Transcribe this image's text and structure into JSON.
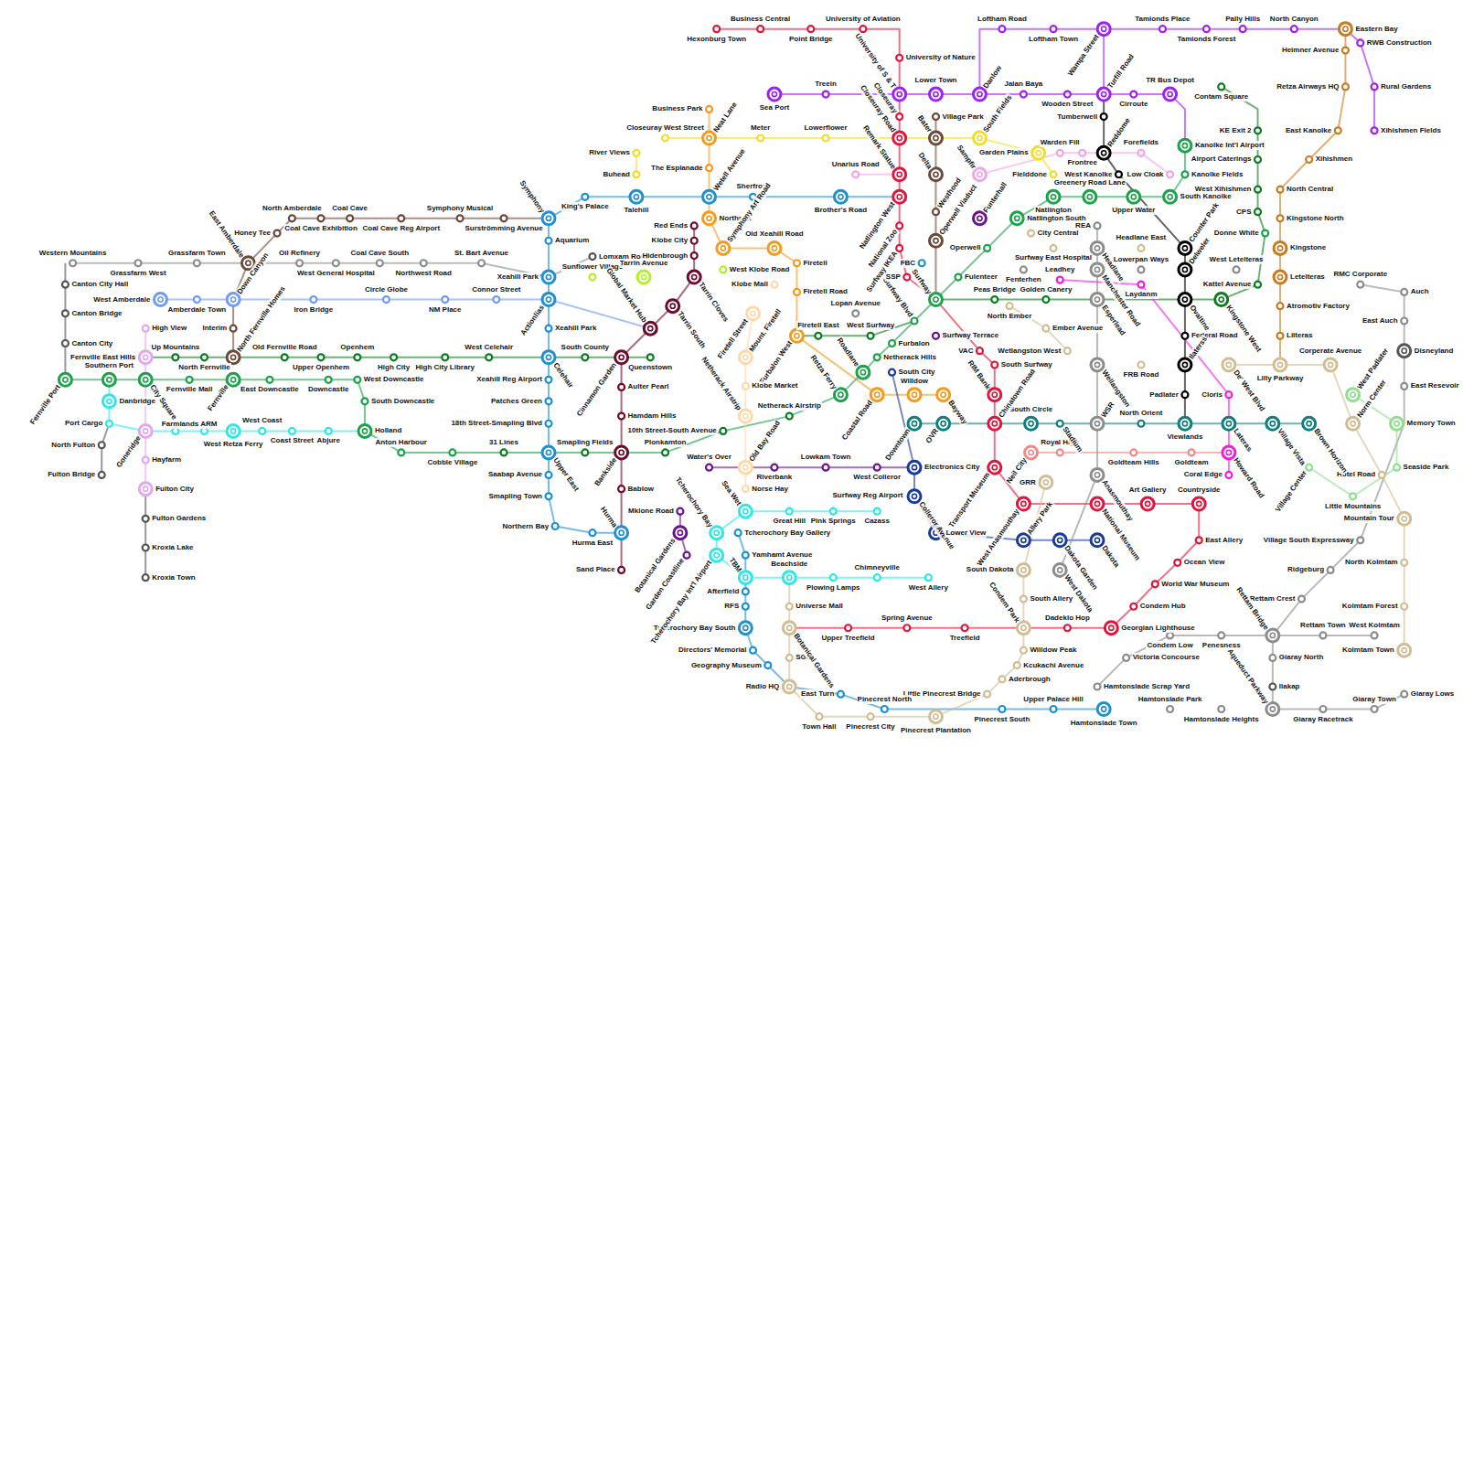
{
  "diagram": {
    "labels": [
      "Hexonburg Town",
      "Business Central",
      "Point Bridge",
      "University of Aviation",
      "University of Nature",
      "Loftham Road",
      "Loftham Town",
      "Wampa Street",
      "Tamionds Place",
      "Tamionds Forest",
      "Pally Hills",
      "North Canyon",
      "Eastern Bay",
      "RWB Construction",
      "Heimner Avenue",
      "Rural Gardens",
      "Retza Airways HQ",
      "Xihishmen Fields",
      "East Kanolke",
      "Xihishmen",
      "North Central",
      "Kingstone North",
      "Kingstone",
      "Letelteras",
      "Atromotiv Factory",
      "Lilteras",
      "Lilly Parkway",
      "Corperate Avenue",
      "RMC Corporate",
      "Auch",
      "East Auch",
      "Disneyland",
      "East Resevoir",
      "West Padlater",
      "Norm Center",
      "Memory Town",
      "Seaside Park",
      "Hotel Road",
      "Little Mountains",
      "Mountain Tour",
      "Village South Expressway",
      "North Kolmtam",
      "Ridgeburg",
      "Kolmtam Forest",
      "Rettam Crest",
      "Rettam Town",
      "West Kolmtam",
      "Kolmtam Town",
      "Rettam Bridge",
      "Giaray North",
      "Ilakap",
      "Aqueduct Parkway",
      "Giaray Racetrack",
      "Giaray Town",
      "Giaray Lows",
      "Hamtonslade Heights",
      "Hamtonslade Park",
      "Hamtonslade Town",
      "Hamtonslade Scrap Yard",
      "Upper Palace Hill",
      "Pinecrest South",
      "Little Pinecrest Bridge",
      "Pinecrest Plantation",
      "Pinecrest City",
      "Pinecrest North",
      "Town Hall",
      "East Turn",
      "Radio HQ",
      "SGB",
      "Universe Mall",
      "Botanical Gardens",
      "Upper Treefield",
      "Spring Avenue",
      "Treefield",
      "Condem Park",
      "Dadeklo Hop",
      "Georgian Lighthouse",
      "Willdow Peak",
      "Kcukachi Avenue",
      "Aderbrough",
      "Condem Low",
      "Penesness",
      "Victoria Concourse",
      "Condem Hub",
      "World War Museum",
      "Ocean View",
      "East Allery",
      "Countryside",
      "Art Gallery",
      "National Museum",
      "Anasmouthay",
      "Dakota",
      "Dakota Garden",
      "West Dakota",
      "Allery Park",
      "South Dakota",
      "South Allery",
      "West Anasmouthay",
      "GRR",
      "Transport Museum",
      "Royal High",
      "Neil City",
      "Goldteam Hills",
      "Goldteam",
      "Coral Edge",
      "Howard Road",
      "Cloris",
      "Lateras",
      "De' West Blvd",
      "Viewlands",
      "North Orient",
      "WSR",
      "Stadium",
      "South Circle",
      "Chinatown Road",
      "OVR",
      "Downtown",
      "Electronics City",
      "Colleror Avenue",
      "Lower View",
      "West Colleror",
      "Lowkam Town",
      "Riverbank",
      "Water's Over",
      "Old Bay Road",
      "Norse Hay",
      "Surfway Reg Airport",
      "Great Hill",
      "Pink Springs",
      "Cazass",
      "Sea Wet",
      "Tcherochory Bay Gallery",
      "Tcherochory Bay",
      "Yamhamt Avenue",
      "TBM",
      "Beachside",
      "Chimneyville",
      "West Allery",
      "Plowing Lamps",
      "Afterfield",
      "RFS",
      "Tcherochory Bay South",
      "Directors' Memorial",
      "Geography Museum",
      "Tcherochory Bay Int'l Airport",
      "Garden Coastline",
      "Botanical Gardens",
      "Mklone Road",
      "Hurma",
      "Hurma East",
      "Northern Bay",
      "Sand Place",
      "Bablow",
      "Bankside",
      "Hamdam Hills",
      "Aulter Pearl",
      "Queenstown",
      "Cinnamon Garden",
      "South County",
      "Celehair",
      "Xeahill Reg Airport",
      "Patches Green",
      "18th Street-Smapling Blvd",
      "Saabap Avenue",
      "Smapling Town",
      "Upper East",
      "Smapling Fields",
      "31 Lines",
      "Plonkamton",
      "10th Street-South Avenue",
      "Netherack Airstrip",
      "Netherack Airstrip",
      "Cobble Village",
      "Anton Harbour",
      "Holland",
      "South Downcastle",
      "West Downcastle",
      "Downcastle",
      "East Downcastle",
      "Fernville",
      "Fernville Mall",
      "City Square",
      "Southern Port",
      "Fernville Port",
      "Danbridge",
      "Port Cargo",
      "Farmlands ARM",
      "Goneridge",
      "West Retza Ferry",
      "West Coast",
      "Coast Street",
      "Abjure",
      "Hayfarm",
      "Fulton City",
      "Fulton Gardens",
      "Kroxia Lake",
      "Kroxia Town",
      "North Fulton",
      "Fulton Bridge",
      "Fernville East Hills",
      "High View",
      "Up Mountains",
      "North Fernville",
      "North Fernville Homes",
      "Old Fernville Road",
      "Upper Openhem",
      "Openhem",
      "High City",
      "High City Library",
      "West Celehair",
      "Interim",
      "West Amberdale",
      "Amberdale Town",
      "Down Canyon",
      "Iron Bridge",
      "Circle Globe",
      "NM Place",
      "Connor Street",
      "Actionlias",
      "Xeahill Park",
      "Xeahill Park",
      "Aquarium",
      "Symphony",
      "King's Palace",
      "Talehill",
      "Wetell Avenue",
      "Sherfront",
      "Brother's Road",
      "Lomxam Road",
      "Sunflower Village",
      "Global Market Hub",
      "Tarrin Avenue",
      "West Klobe Road",
      "Tarrin Cloves",
      "Tarrin South",
      "Red Ends",
      "Klobe City",
      "Hidenbrough",
      "Northsea",
      "Symphony Art Road",
      "Old Xeahill Road",
      "Klobe Mall",
      "Firetell",
      "Firetell Road",
      "Firetell Street",
      "Mount. Firetell",
      "Furbalon West",
      "Firetell East",
      "West Surfway",
      "Lopan Avenue",
      "Klobe Market",
      "Retza Ferry",
      "Roadlane",
      "Netherack Hills",
      "Furbalon",
      "South City",
      "Willdow",
      "Coastal Road",
      "Bayway",
      "Surfway Blvd",
      "Surfway",
      "SSP",
      "FBC",
      "Surfway IKEA",
      "National Zoo",
      "Natlington West",
      "Remark Statue",
      "Unarius Road",
      "Closeuray Road",
      "Closeuray",
      "University of S & T",
      "Lower Town",
      "Danlow",
      "Jalan Baya",
      "Wooden Street",
      "Turfill Road",
      "Cirroute",
      "TR Bus Depot",
      "Contam Square",
      "Tumberwell",
      "Reddome",
      "West Kanolke",
      "Village Park",
      "Bater",
      "Delta",
      "Westhood",
      "Operwell Viaduct",
      "Sea Port",
      "Treein",
      "Neat Lane",
      "Business Park",
      "The Esplanade",
      "Closeuray West Street",
      "Meter",
      "Lowerflower",
      "River Views",
      "Buhead",
      "South Fields",
      "Sampfir",
      "Garden Plains",
      "Warden Fill",
      "Fielddone",
      "Forefields",
      "Frontree",
      "Low Cloak",
      "Kanolke Int'l Airport",
      "Kanolke Fields",
      "South Kanolke",
      "Upper Water",
      "Greenery Road Lane",
      "Natlington",
      "Funterhall",
      "Natlington South",
      "City Central",
      "REA",
      "Headlane",
      "Operwell",
      "Manchester Road",
      "Surfway East Hospital",
      "Fenterhen",
      "Fulenteer",
      "Leadhey",
      "Peas Bridge",
      "Golden Canery",
      "North Ember",
      "Esperlead",
      "Ember Avenue",
      "Surfway Terrace",
      "VAC",
      "South Surfway",
      "Wetlangston West",
      "RIM Bank",
      "Wellangston",
      "FRB Road",
      "Headlane East",
      "Lowerpan Ways",
      "Laydanm",
      "Counter Park",
      "Delweler",
      "Ovaltine",
      "Kingstone West",
      "Federal Road",
      "Ilaterss",
      "Padlater",
      "KE Exit 2",
      "Airport Caterings",
      "West Xihishmen",
      "CPS",
      "Donne White",
      "West Letelteras",
      "Kattel Avenue",
      "Village Vista",
      "Brown Horizon",
      "Village Center",
      "Western Mountains",
      "Grassfarm West",
      "Grassfarm Town",
      "East Amberdale",
      "Honey Tee",
      "North Amberdale",
      "Coal Cave Exhibition",
      "Coal Cave",
      "Coal Cave Reg Airport",
      "Symphony Musical",
      "Surströmming Avenue",
      "Oil Refinery",
      "West General Hospital",
      "Coal Cave South",
      "Northwest Road",
      "St. Bart Avenue",
      "Canton City Hall",
      "Canton Bridge",
      "Canton City"
    ]
  }
}
